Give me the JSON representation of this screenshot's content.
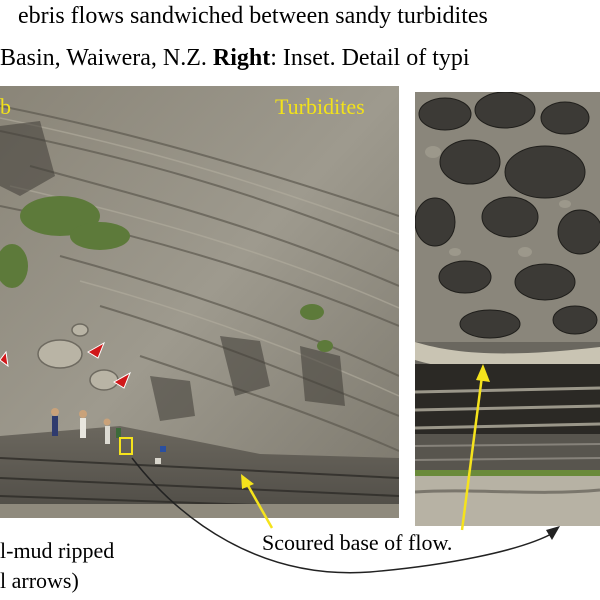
{
  "caption": {
    "line1": "ebris flows sandwiched between sandy turbidites",
    "line2_prefix": " Basin, Waiwera, N.Z. ",
    "line2_bold": "Right",
    "line2_suffix": ": Inset. Detail of typi"
  },
  "labels": {
    "turbidites": "Turbidites",
    "left_fragment": "b",
    "bottom_left_line1": "l-mud ripped",
    "bottom_left_line2": "l arrows)",
    "scoured": "Scoured base of flow."
  },
  "colors": {
    "label_yellow": "#f2e21a",
    "arrow_red": "#d0181a",
    "arrow_yellow": "#f5e31c"
  }
}
